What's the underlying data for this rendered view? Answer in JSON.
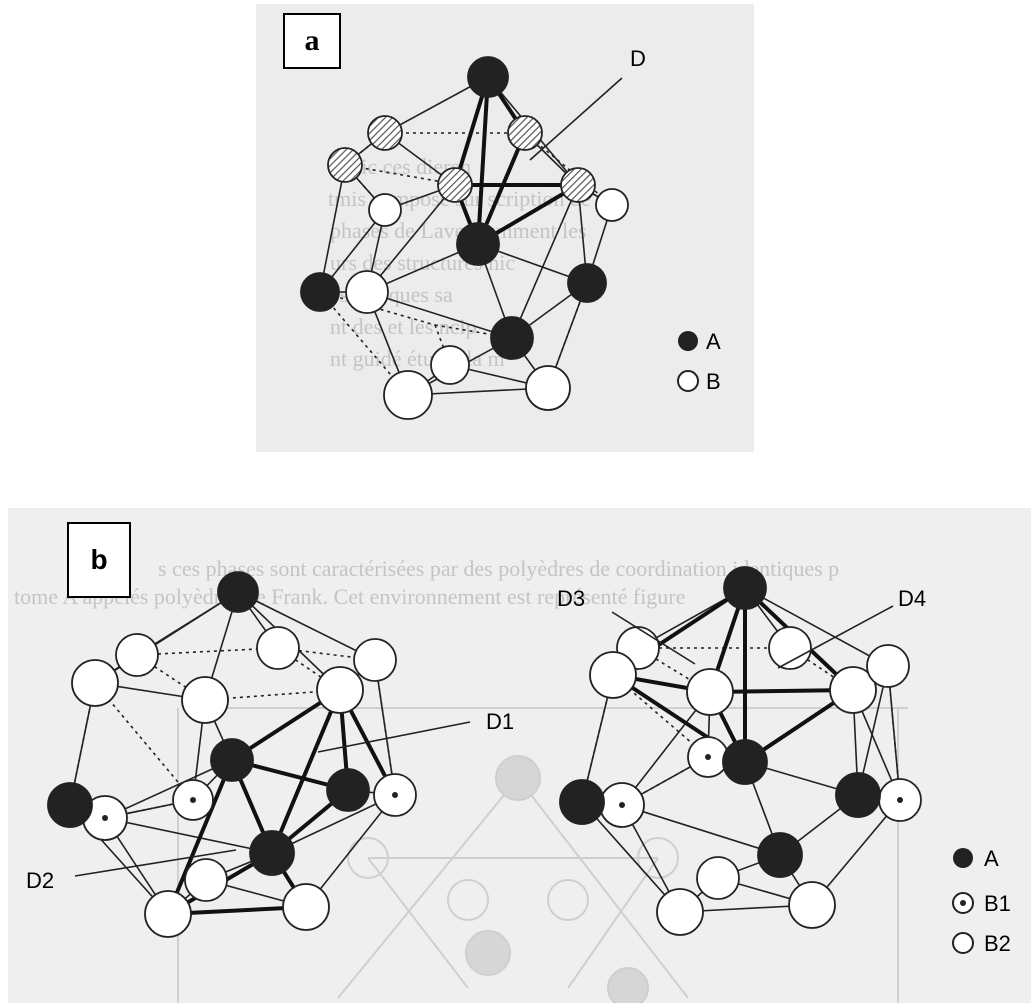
{
  "panel_a": {
    "label": "a",
    "annotation_d": "D",
    "legend": [
      {
        "symbol": "filled",
        "label": "A"
      },
      {
        "symbol": "open",
        "label": "B"
      }
    ],
    "background_text": [
      "artic         ces              dieren",
      "tmis    composé       sur          scription de",
      "phases de Laves           remment les",
      "urs                  des structures nic",
      "es                  des            ques sa",
      "nt des              et les    ncip",
      "nt guidé              étudié      la m"
    ]
  },
  "panel_b": {
    "label": "b",
    "annotations": [
      "D1",
      "D2",
      "D3",
      "D4"
    ],
    "legend": [
      {
        "symbol": "filled",
        "label": "A"
      },
      {
        "symbol": "dotted",
        "label": "B1"
      },
      {
        "symbol": "open",
        "label": "B2"
      }
    ],
    "background_text": [
      "s ces phases sont caractérisées par des polyèdres de coordination identiques p",
      "tome A appelés polyèdres de Frank. Cet environnement est représenté figure"
    ]
  },
  "colors": {
    "atom_fill_dark": "#222222",
    "atom_fill_light": "#ffffff",
    "hatched": "#8a8a8a",
    "background_gray": "#ececec"
  }
}
